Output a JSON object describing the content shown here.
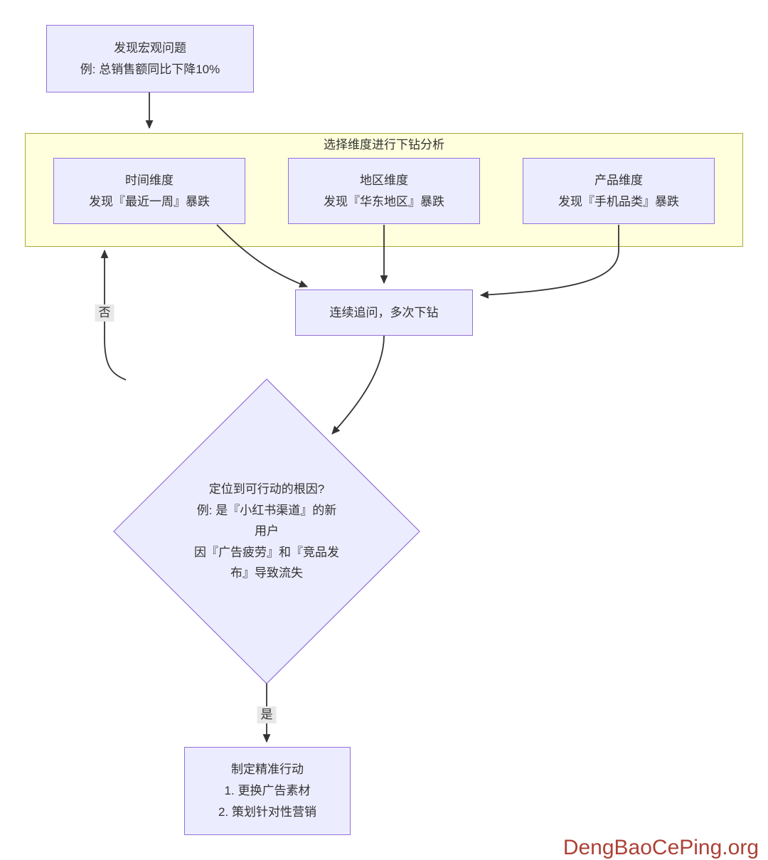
{
  "diagram": {
    "nodes": {
      "macro": {
        "lines": [
          "发现宏观问题",
          "例: 总销售额同比下降10%"
        ]
      },
      "time": {
        "lines": [
          "时间维度",
          "发现『最近一周』暴跌"
        ]
      },
      "region": {
        "lines": [
          "地区维度",
          "发现『华东地区』暴跌"
        ]
      },
      "product": {
        "lines": [
          "产品维度",
          "发现『手机品类』暴跌"
        ]
      },
      "drill_again": {
        "lines": [
          "连续追问，多次下钻"
        ]
      },
      "root_cause": {
        "lines": [
          "定位到可行动的根因?",
          "例: 是『小红书渠道』的新",
          "用户",
          "因『广告疲劳』和『竞品发",
          "布』导致流失"
        ]
      },
      "action": {
        "lines": [
          "制定精准行动",
          "1. 更换广告素材",
          "2. 策划针对性营销"
        ]
      }
    },
    "group": {
      "title": "选择维度进行下钻分析"
    },
    "edge_labels": {
      "no": "否",
      "yes": "是"
    },
    "colors": {
      "node_fill": "#ECECFF",
      "node_border": "#9370DB",
      "diamond_border": "#9370DB",
      "group_fill": "#FFFFDE",
      "group_border": "#AAAA33",
      "edge": "#333333",
      "label_bg": "#E8E8E8",
      "watermark": "#AD4136"
    }
  },
  "watermark": {
    "text": "DengBaoCePing.org"
  }
}
